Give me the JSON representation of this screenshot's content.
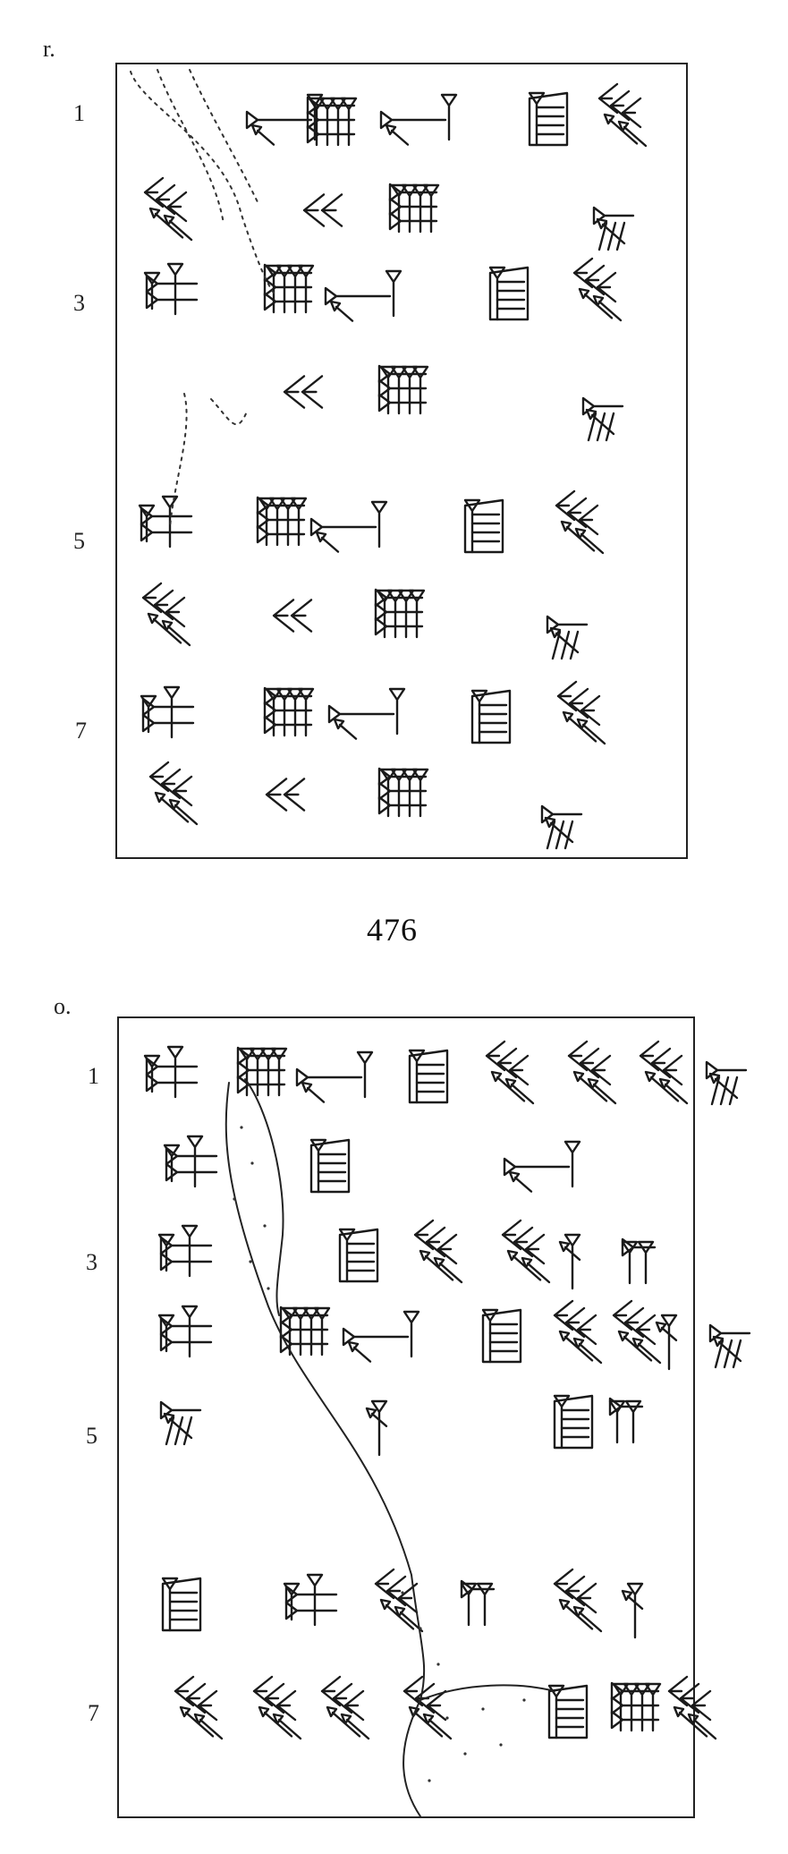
{
  "reverse": {
    "side_label": "r.",
    "line_numbers": [
      "1",
      "3",
      "5",
      "7"
    ]
  },
  "tablet_number": "476",
  "obverse": {
    "side_label": "o.",
    "line_numbers": [
      "1",
      "3",
      "5",
      "7"
    ]
  }
}
